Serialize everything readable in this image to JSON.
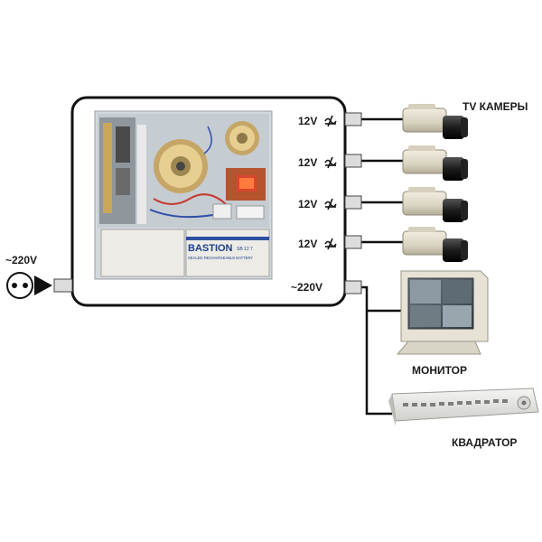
{
  "input": {
    "voltage_label": "~220V"
  },
  "psu": {
    "battery_brand": "BASTION",
    "battery_model": "SB 12 7",
    "battery_caption": "SEALED RECHARGEABLE BATTERY",
    "outputs": [
      {
        "label": "12V"
      },
      {
        "label": "12V"
      },
      {
        "label": "12V"
      },
      {
        "label": "12V"
      }
    ],
    "ac_out_label": "~220V"
  },
  "devices": {
    "cameras_label": "TV КАМЕРЫ",
    "monitor_label": "МОНИТОР",
    "quad_label": "КВАДРАТОР"
  },
  "colors": {
    "wire": "#111111",
    "box_border": "#111111",
    "connector": "#dcdcdc"
  },
  "icons": [
    "ac-plug-icon",
    "dc-symbol-icon",
    "camera-icon",
    "monitor-icon",
    "quad-icon"
  ]
}
